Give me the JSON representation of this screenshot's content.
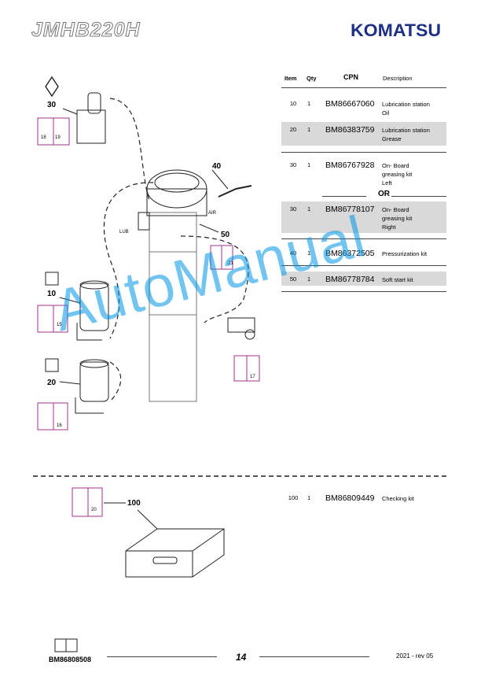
{
  "header": {
    "model": "JMHB220H",
    "brand": "KOMATSU"
  },
  "table": {
    "columns": [
      "Item",
      "Qty",
      "CPN",
      "Description"
    ],
    "rows": [
      {
        "item": "10",
        "qty": "1",
        "cpn": "BM86667060",
        "desc": [
          "Lubrication station",
          "Oil"
        ],
        "shaded": false
      },
      {
        "item": "20",
        "qty": "1",
        "cpn": "BM86383759",
        "desc": [
          "Lubrication station",
          "Grease"
        ],
        "shaded": true
      },
      {
        "item": "30",
        "qty": "1",
        "cpn": "BM86767928",
        "desc": [
          "On- Board",
          "greasing kit",
          "Left"
        ],
        "shaded": false
      },
      {
        "item": "30",
        "qty": "1",
        "cpn": "BM86778107",
        "desc": [
          "On- Board",
          "greasing kit",
          "Right"
        ],
        "shaded": true
      },
      {
        "item": "40",
        "qty": "1",
        "cpn": "BM86372505",
        "desc": [
          "Pressurization kit"
        ],
        "shaded": false
      },
      {
        "item": "50",
        "qty": "1",
        "cpn": "BM86778784",
        "desc": [
          "Soft start kit"
        ],
        "shaded": true
      }
    ],
    "or_label": "OR",
    "extra_row": {
      "item": "100",
      "qty": "1",
      "cpn": "BM86809449",
      "desc": [
        "Checking kit"
      ]
    }
  },
  "diagram": {
    "callouts": {
      "c30": "30",
      "c40": "40",
      "c50": "50",
      "c10": "10",
      "c20": "20",
      "c100": "100"
    },
    "book_refs": {
      "b30a": "18",
      "b30b": "19",
      "b50": "21",
      "b10": "15",
      "b20": "16",
      "b40": "17",
      "b100": "20"
    },
    "labels": {
      "lub": "LUB",
      "air": "AIR"
    }
  },
  "watermark": "AutoManual",
  "footer": {
    "code": "BM86808508",
    "page": "14",
    "rev": "2021 -  rev 05"
  },
  "colors": {
    "brand": "#1d2f86",
    "book": "#a0308c",
    "shade": "#d9d9d9",
    "watermark": "#0096e6"
  }
}
